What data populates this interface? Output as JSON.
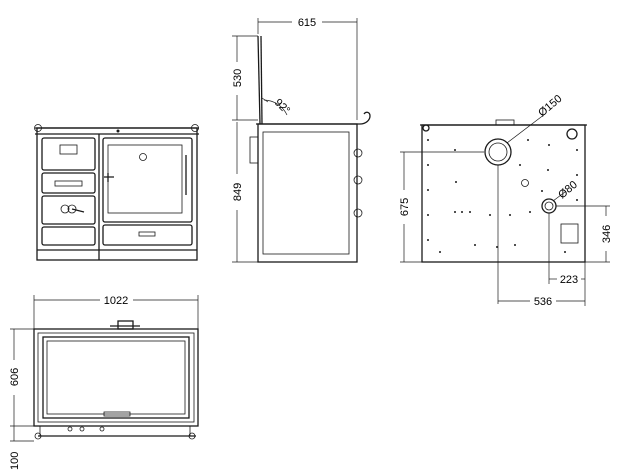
{
  "dimensions": {
    "side_width": "615",
    "lid_height": "530",
    "lid_angle": "92°",
    "side_height": "849",
    "back_flue_diameter": "Ø150",
    "back_small_diameter": "Ø80",
    "back_flue_height": "675",
    "back_small_height": "346",
    "back_small_offset": "223",
    "back_flue_offset": "536",
    "top_width": "1022",
    "top_depth": "606",
    "top_handle_depth": "100"
  }
}
